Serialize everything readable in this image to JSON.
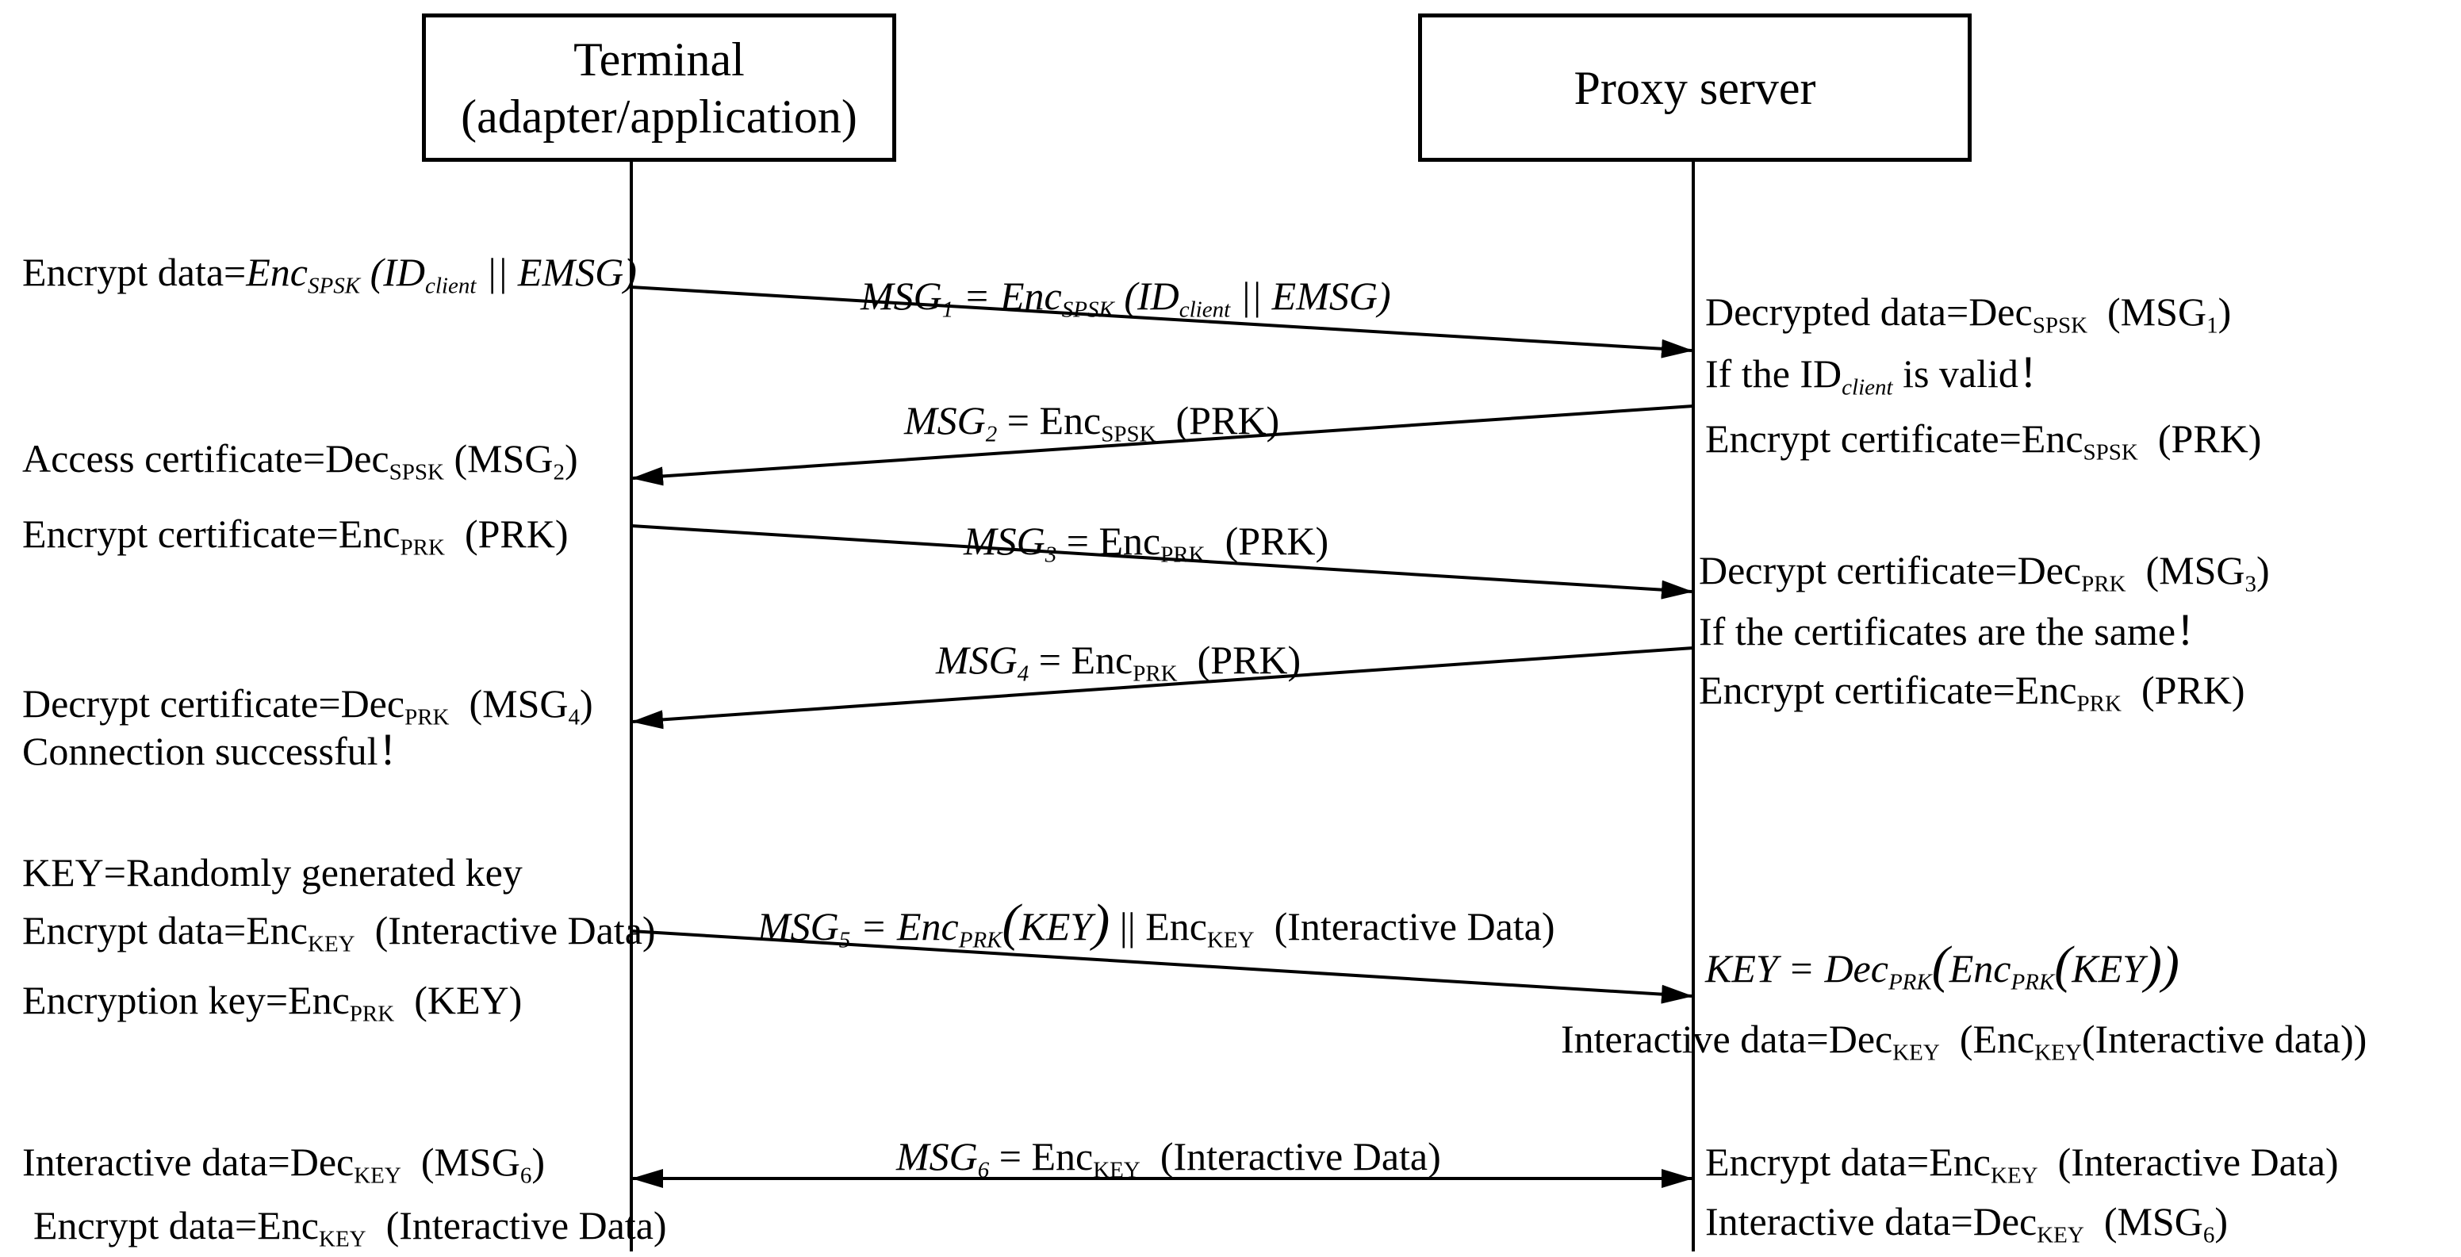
{
  "actors": {
    "terminal": {
      "line1": "Terminal",
      "line2": "(adapter/application)"
    },
    "proxy": {
      "label": "Proxy server"
    }
  },
  "terminal_notes": {
    "enc1_prefix": "Encrypt data=",
    "enc1_func": "Enc",
    "enc1_sub": "SPSK",
    "enc1_arg_pre": " (ID",
    "enc1_arg_sub": "client",
    "enc1_arg_post": " || EMSG)",
    "access_prefix": "Access certificate=Dec",
    "access_sub": "SPSK",
    "access_arg": "(MSG",
    "access_arg_sub": "2",
    "access_close": ")",
    "enccert_prefix": "Encrypt certificate=Enc",
    "enccert_sub": "PRK",
    "enccert_arg": "(PRK)",
    "deccert_prefix": "Decrypt certificate=Dec",
    "deccert_sub": "PRK",
    "deccert_arg": "(MSG",
    "deccert_arg_sub": "4",
    "deccert_close": ")",
    "conn": "Connection successful！",
    "key": "KEY=Randomly generated key",
    "encdata_prefix": "Encrypt data=Enc",
    "encdata_sub": "KEY",
    "encdata_arg": "(Interactive Data)",
    "enckey_prefix": "Encryption key=Enc",
    "enckey_sub": "PRK",
    "enckey_arg": "(KEY)",
    "inter_prefix": "Interactive data=Dec",
    "inter_sub": "KEY",
    "inter_arg": "(MSG",
    "inter_arg_sub": "6",
    "inter_close": ")",
    "encdata2_prefix": "Encrypt data=Enc",
    "encdata2_sub": "KEY",
    "encdata2_arg": "(Interactive Data)"
  },
  "messages": {
    "m1_name": "MSG",
    "m1_sub": "1",
    "m1_eq": " = ",
    "m1_func": "Enc",
    "m1_fsub": "SPSK",
    "m1_arg_pre": "(ID",
    "m1_arg_sub": "client",
    "m1_arg_post": " || EMSG)",
    "m2_name": "MSG",
    "m2_sub": "2",
    "m2_eq": " = Enc",
    "m2_fsub": "SPSK",
    "m2_arg": "(PRK)",
    "m3_name": "MSG",
    "m3_sub": "3",
    "m3_eq": " = Enc",
    "m3_fsub": "PRK",
    "m3_arg": "(PRK)",
    "m4_name": "MSG",
    "m4_sub": "4",
    "m4_eq": " = Enc",
    "m4_fsub": "PRK",
    "m4_arg": "(PRK)",
    "m5_name": "MSG",
    "m5_sub": "5",
    "m5_eq": " = ",
    "m5_func": "Enc",
    "m5_fsub": "PRK",
    "m5_open": "(",
    "m5_key": "KEY",
    "m5_close": ")",
    "m5_concat": " || Enc",
    "m5_csub": "KEY",
    "m5_arg": "(Interactive Data)",
    "m6_name": "MSG",
    "m6_sub": "6",
    "m6_eq": " = Enc",
    "m6_fsub": "KEY",
    "m6_arg": "(Interactive Data)"
  },
  "proxy_notes": {
    "dec1_prefix": "Decrypted data=Dec",
    "dec1_sub": "SPSK",
    "dec1_arg": "(MSG",
    "dec1_arg_sub": "1",
    "dec1_close": ")",
    "valid_pre": "If the ID",
    "valid_sub": "client",
    "valid_post": " is valid！",
    "enccert1_prefix": "Encrypt certificate=Enc",
    "enccert1_sub": "SPSK",
    "enccert1_arg": "(PRK)",
    "deccert_prefix": "Decrypt certificate=Dec",
    "deccert_sub": "PRK",
    "deccert_arg": "(MSG",
    "deccert_arg_sub": "3",
    "deccert_close": ")",
    "same": "If the certificates are the same！",
    "enccert2_prefix": "Encrypt certificate=Enc",
    "enccert2_sub": "PRK",
    "enccert2_arg": "(PRK)",
    "key_lhs": "KEY = ",
    "key_dec": "Dec",
    "key_dec_sub": "PRK",
    "key_open": "(",
    "key_enc": "Enc",
    "key_enc_sub": "PRK",
    "key_open2": "(",
    "key_key": "KEY",
    "key_close": "))",
    "inter_prefix": "Interactive data=Dec",
    "inter_sub": "KEY",
    "inter_mid": "(Enc",
    "inter_mid_sub": "KEY",
    "inter_arg": "(Interactive data))",
    "encdata_prefix": "Encrypt data=Enc",
    "encdata_sub": "KEY",
    "encdata_arg": "(Interactive Data)",
    "inter2_prefix": "Interactive data=Dec",
    "inter2_sub": "KEY",
    "inter2_arg": "(MSG",
    "inter2_arg_sub": "6",
    "inter2_close": ")"
  }
}
